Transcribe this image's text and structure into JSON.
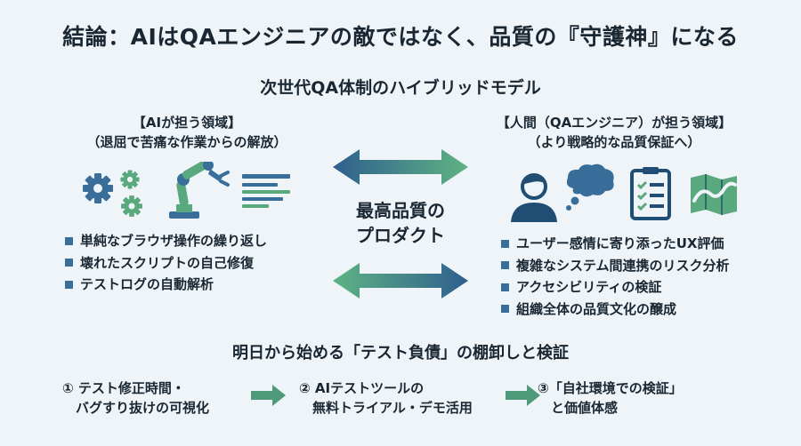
{
  "title": "結論：AIはQAエンジニアの敵ではなく、品質の『守護神』になる",
  "subtitle": "次世代QA体制のハイブリッドモデル",
  "left": {
    "heading_line1": "【AIが担う領域】",
    "heading_line2": "（退屈で苦痛な作業からの解放）",
    "items": [
      "単純なブラウザ操作の繰り返し",
      "壊れたスクリプトの自己修復",
      "テストログの自動解析"
    ],
    "icons": [
      "gears-icon",
      "robot-arm-icon",
      "document-lines-icon"
    ]
  },
  "right": {
    "heading_line1": "【人間（QAエンジニア）が担う領域】",
    "heading_line2": "（より戦略的な品質保証へ）",
    "items": [
      "ユーザー感情に寄り添ったUX評価",
      "複雑なシステム間連携のリスク分析",
      "アクセシビリティの検証",
      "組織全体の品質文化の醸成"
    ],
    "icons": [
      "person-icon",
      "thought-bubble-icon",
      "checklist-icon",
      "map-icon"
    ]
  },
  "center": {
    "line1": "最高品質の",
    "line2": "プロダクト"
  },
  "bottom": {
    "heading": "明日から始める「テスト負債」の棚卸しと検証",
    "steps": [
      {
        "line1": "① テスト修正時間・",
        "line2": "　バグすり抜けの可視化"
      },
      {
        "line1": "② AIテストツールの",
        "line2": "　無料トライアル・デモ活用"
      },
      {
        "line1": "③「自社環境での検証」",
        "line2": "　と価値体感"
      }
    ]
  },
  "colors": {
    "blue": "#3a6e9a",
    "green": "#5aa87e",
    "dark": "#1a2733",
    "background": "#eef4f7"
  }
}
